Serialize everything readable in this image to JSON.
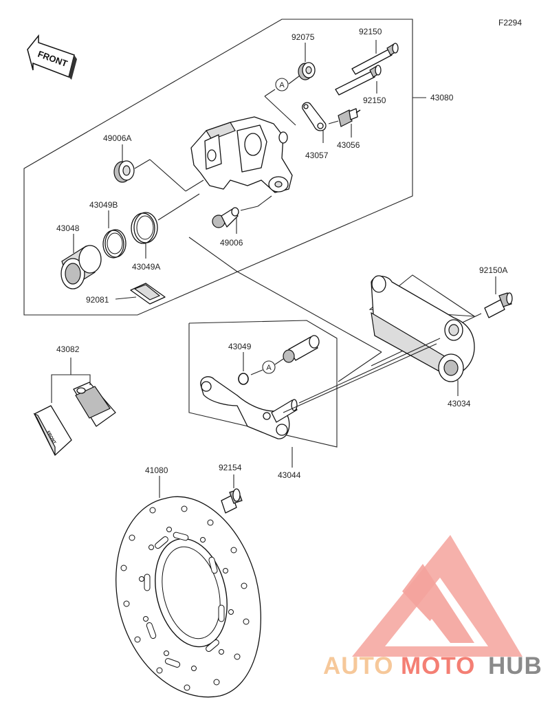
{
  "figure_code": "F2294",
  "direction_label": "FRONT",
  "callout": "A",
  "parts": {
    "p92075": "92075",
    "p92150_top": "92150",
    "p92150_mid": "92150",
    "p43080": "43080",
    "p49006A": "49006A",
    "p43057": "43057",
    "p43056": "43056",
    "p43049B": "43049B",
    "p43048": "43048",
    "p49006": "49006",
    "p43049A": "43049A",
    "p92081": "92081",
    "p92150A": "92150A",
    "p43082": "43082",
    "p43049": "43049",
    "p43034": "43034",
    "p43044": "43044",
    "p41080": "41080",
    "p92154": "92154"
  },
  "watermark": {
    "part1": "AUTO",
    "part2": "MOTO",
    "part3": "HUB",
    "colors": {
      "auto": "#f6c89a",
      "moto": "#f47f74",
      "hub": "#8a8a8a",
      "logo": "#f4a39c"
    }
  },
  "pad_text": "FRONT"
}
